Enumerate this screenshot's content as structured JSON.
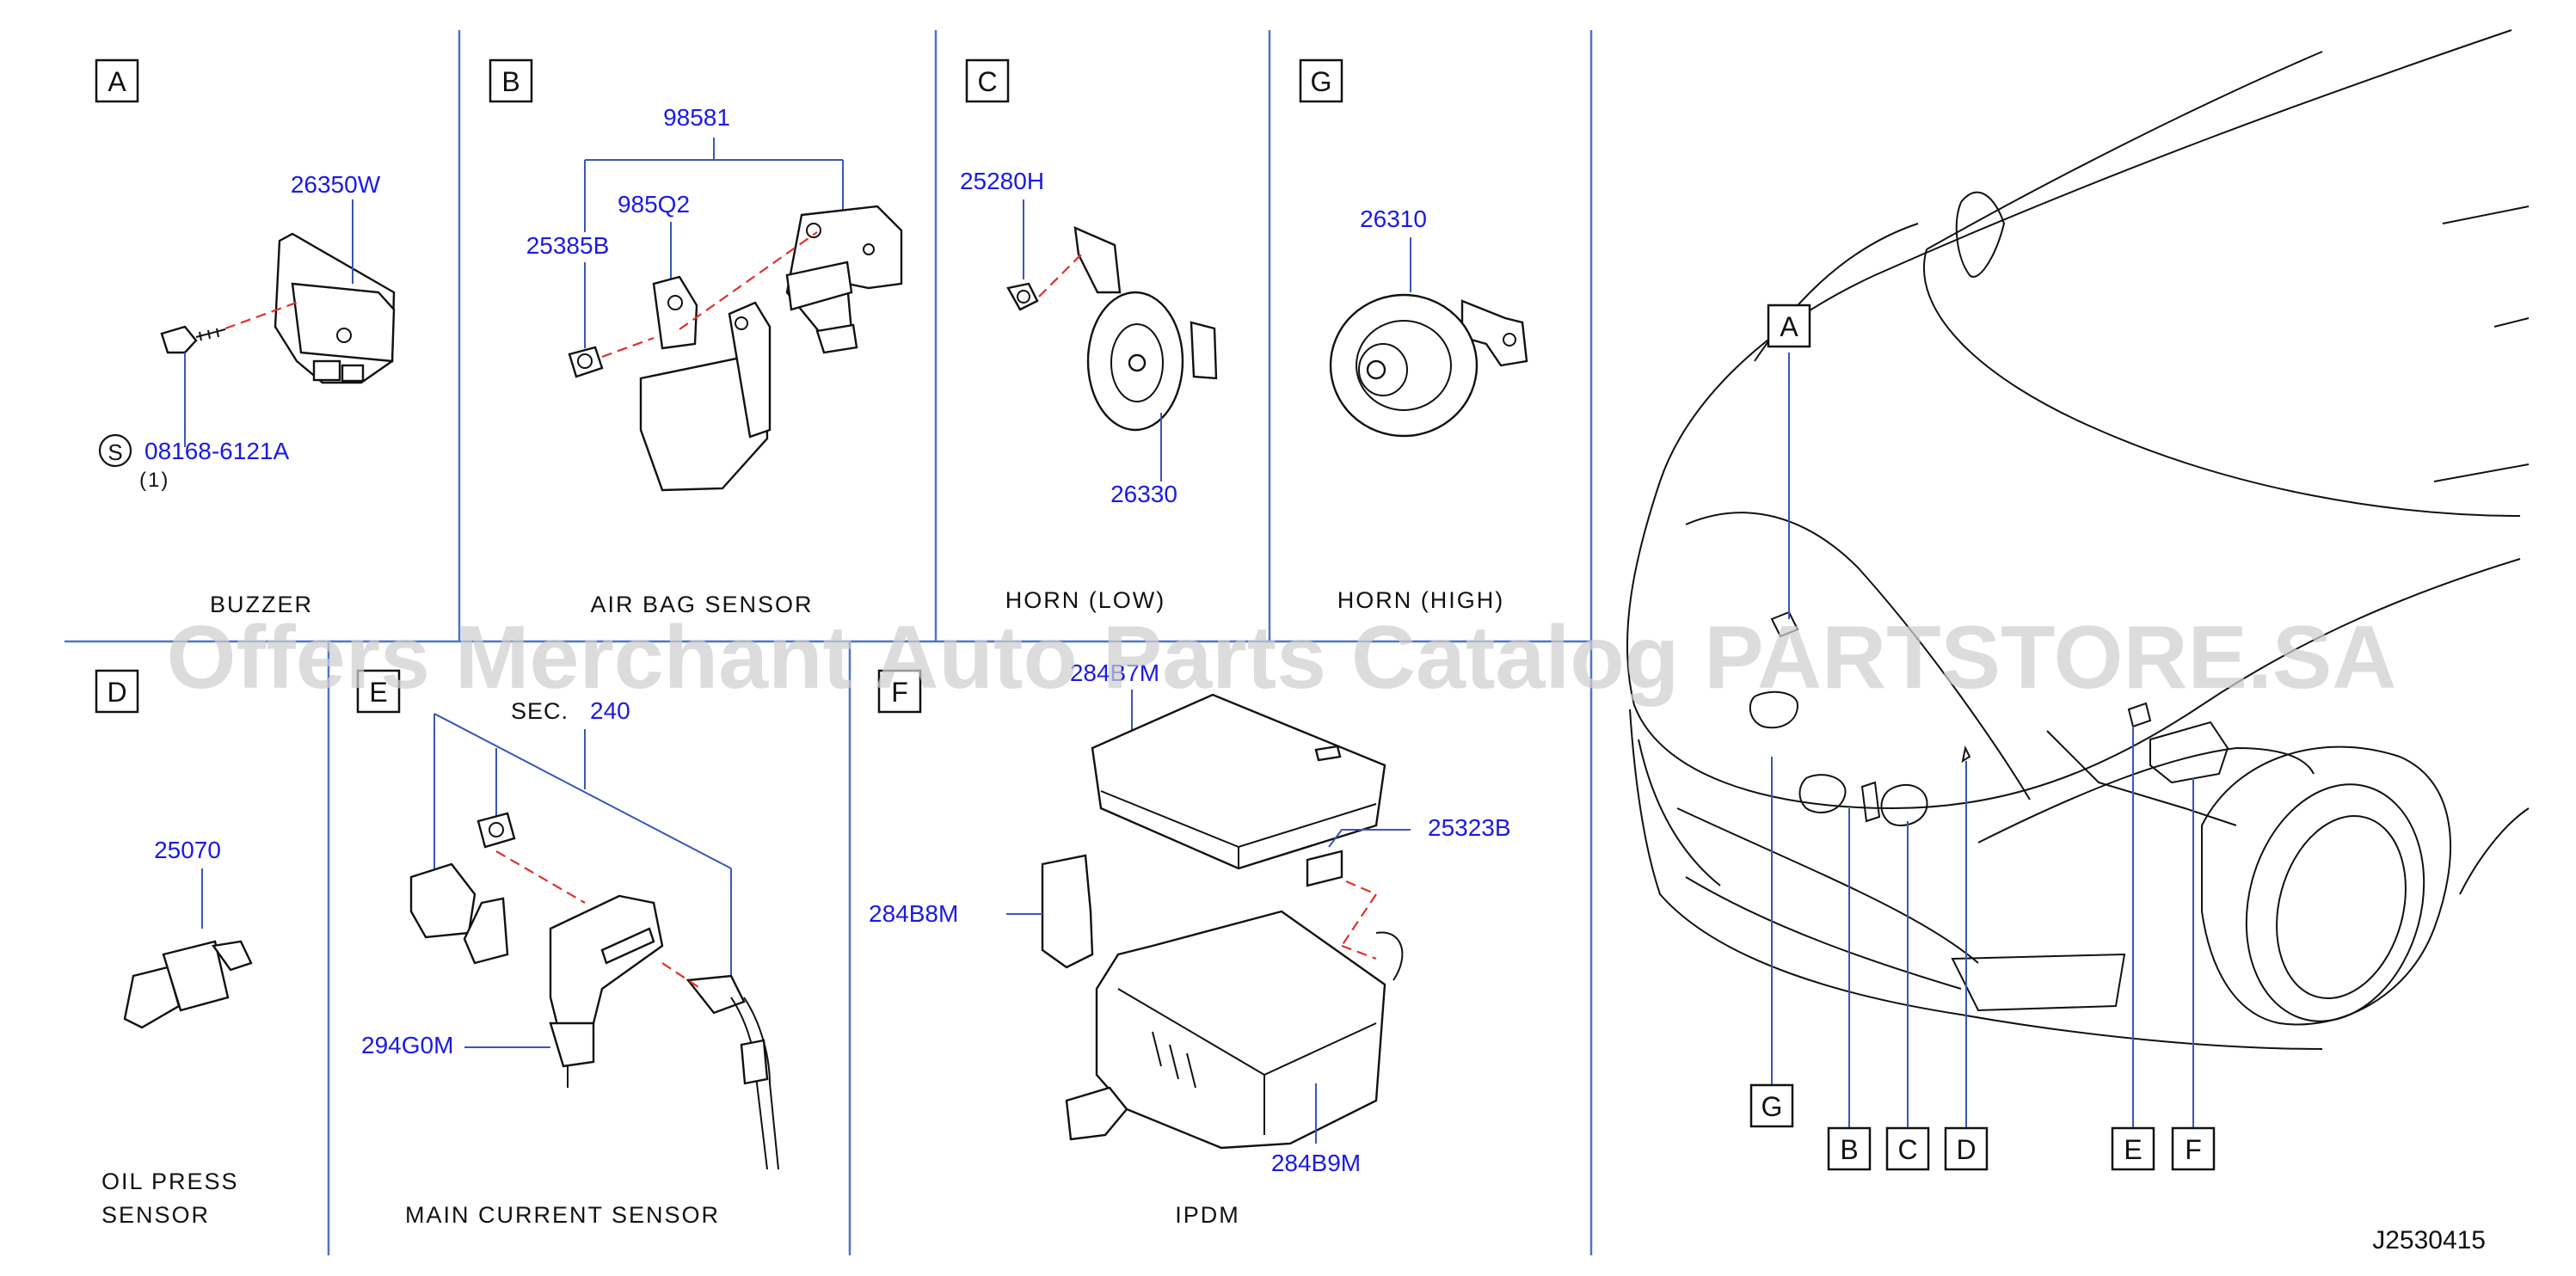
{
  "panels": {
    "A": {
      "letter": "A",
      "caption": "BUZZER",
      "parts": {
        "p1": "26350W",
        "p2": "08168-6121A",
        "qty": "(1)",
        "symbol": "S"
      }
    },
    "B": {
      "letter": "B",
      "caption": "AIR   BAG   SENSOR",
      "parts": {
        "p1": "98581",
        "p2": "985Q2",
        "p3": "25385B"
      }
    },
    "C": {
      "letter": "C",
      "caption": "HORN   (LOW)",
      "parts": {
        "p1": "25280H",
        "p2": "26330"
      }
    },
    "G": {
      "letter": "G",
      "caption": "HORN   (HIGH)",
      "parts": {
        "p1": "26310"
      }
    },
    "D": {
      "letter": "D",
      "caption_l1": "OIL   PRESS",
      "caption_l2": "SENSOR",
      "parts": {
        "p1": "25070"
      }
    },
    "E": {
      "letter": "E",
      "caption": "MAIN   CURRENT   SENSOR",
      "parts": {
        "sec_prefix": "SEC.",
        "sec_num": "240",
        "p1": "294G0M"
      }
    },
    "F": {
      "letter": "F",
      "caption": "IPDM",
      "parts": {
        "p1": "284B7M",
        "p2": "25323B",
        "p3": "284B8M",
        "p4": "284B9M"
      }
    }
  },
  "car_view": {
    "labels": {
      "a": "A",
      "g": "G",
      "b": "B",
      "c": "C",
      "d": "D",
      "e": "E",
      "f": "F"
    }
  },
  "diagram_code": "J2530415",
  "watermark": "Offers Merchant Auto Parts Catalog PARTSTORE.SA"
}
